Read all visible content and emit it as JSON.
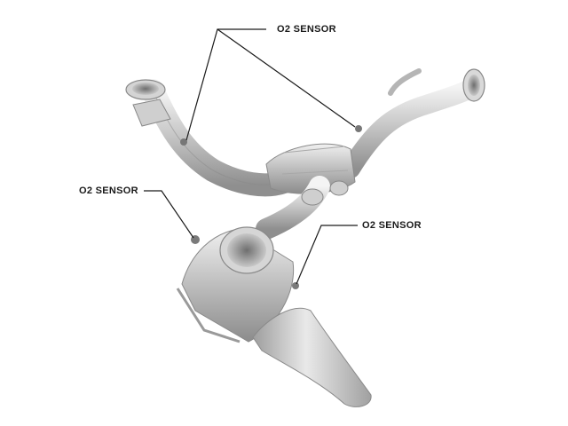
{
  "labels": {
    "top": "O2 SENSOR",
    "left": "O2 SENSOR",
    "right": "O2 SENSOR"
  },
  "colors": {
    "background": "#ffffff",
    "metal_light": "#e6e6e6",
    "metal_mid": "#bdbdbd",
    "metal_dark": "#8a8a8a",
    "leader_line": "#1a1a1a"
  }
}
